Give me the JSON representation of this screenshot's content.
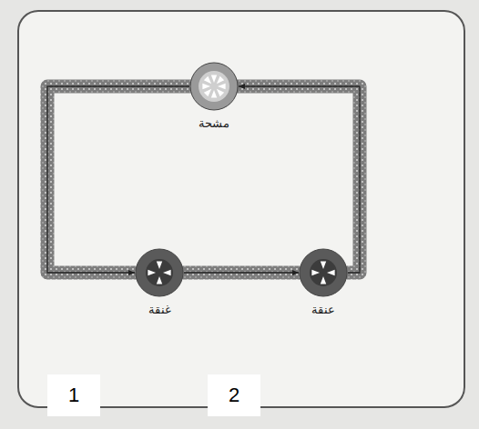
{
  "diagram": {
    "nodes": [
      {
        "text": [
          "مشحة"
        ]
      },
      {
        "text": [
          "غنقة"
        ]
      },
      {
        "text": [
          "عنقة"
        ]
      }
    ],
    "edges": [
      {
        "from": 0,
        "to": 1,
        "arrow": "to"
      },
      {
        "from": 1,
        "to": 2,
        "arrow": "to"
      },
      {
        "from": 2,
        "to": 0,
        "arrow": "to"
      }
    ],
    "labels": [
      "1",
      "2"
    ]
  }
}
